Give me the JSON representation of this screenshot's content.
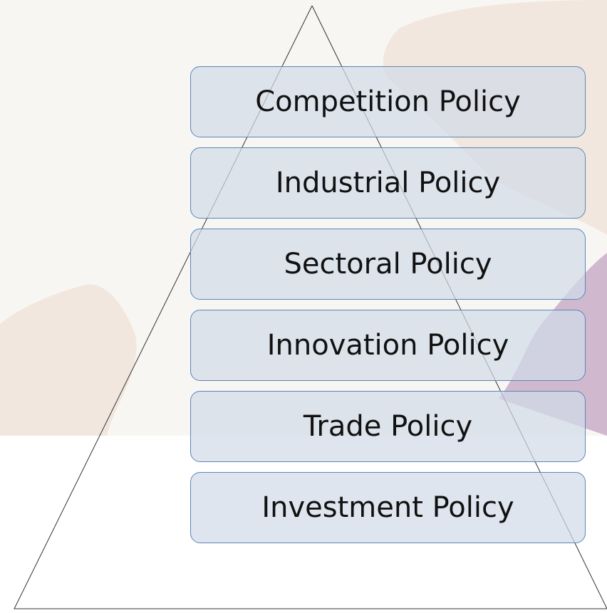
{
  "diagram": {
    "layers": [
      {
        "label": "Competition Policy"
      },
      {
        "label": "Industrial Policy"
      },
      {
        "label": "Sectoral Policy"
      },
      {
        "label": "Innovation Policy"
      },
      {
        "label": "Trade Policy"
      },
      {
        "label": "Investment Policy"
      }
    ]
  },
  "colors": {
    "background_top": "#f8f6f3",
    "box_fill": "#d1dbe8",
    "box_border": "#5b86b8",
    "decor_beige": "#f1e6dc",
    "decor_purple": "#c9aec8"
  }
}
